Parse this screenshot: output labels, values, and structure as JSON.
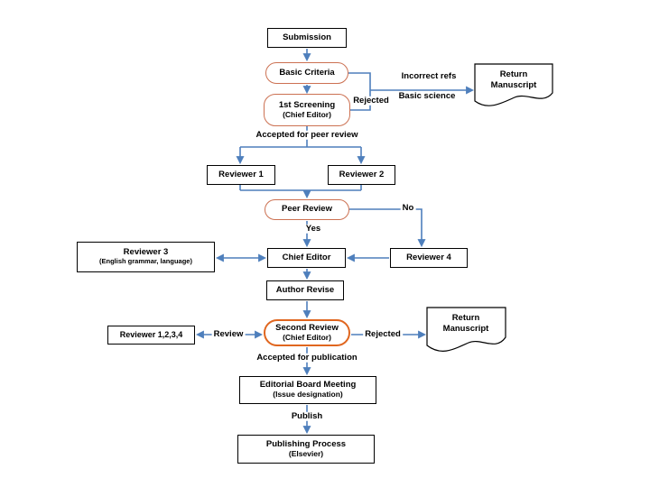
{
  "title": "Manuscript submission and review process flowchart",
  "nodes": {
    "submission": {
      "label": "Submission"
    },
    "basic_criteria": {
      "label": "Basic Criteria"
    },
    "first_screening": {
      "label": "1st Screening",
      "sublabel": "(Chief Editor)"
    },
    "reviewer_1": {
      "label": "Reviewer 1"
    },
    "reviewer_2": {
      "label": "Reviewer 2"
    },
    "peer_review": {
      "label": "Peer Review"
    },
    "reviewer_3": {
      "label": "Reviewer 3",
      "sublabel": "(English grammar, language)"
    },
    "chief_editor": {
      "label": "Chief Editor"
    },
    "reviewer_4": {
      "label": "Reviewer 4"
    },
    "author_revise": {
      "label": "Author Revise"
    },
    "reviewer_1234": {
      "label": "Reviewer 1,2,3,4"
    },
    "second_review": {
      "label": "Second Review",
      "sublabel": "(Chief Editor)"
    },
    "editorial_board_meeting": {
      "label": "Editorial Board Meeting",
      "sublabel": "(Issue designation)"
    },
    "publishing_process": {
      "label": "Publishing Process",
      "sublabel": "(Elsevier)"
    },
    "return_manuscript_top": {
      "label": "Return Manuscript"
    },
    "return_manuscript_bottom": {
      "label": "Return Manuscript"
    }
  },
  "edge_labels": {
    "rejected_top": "Rejected",
    "incorrect_refs": "Incorrect refs",
    "basic_science": "Basic science",
    "accepted_for_peer_review": "Accepted for peer review",
    "yes": "Yes",
    "no": "No",
    "review": "Review",
    "rejected_bottom": "Rejected",
    "accepted_for_publication": "Accepted for publication",
    "publish": "Publish"
  },
  "colors": {
    "connector_blue": "#4e7fbc",
    "rounded_node_orange": "#cc7152",
    "second_review_orange": "#e0661f",
    "node_border_black": "#000000",
    "background": "#ffffff"
  }
}
